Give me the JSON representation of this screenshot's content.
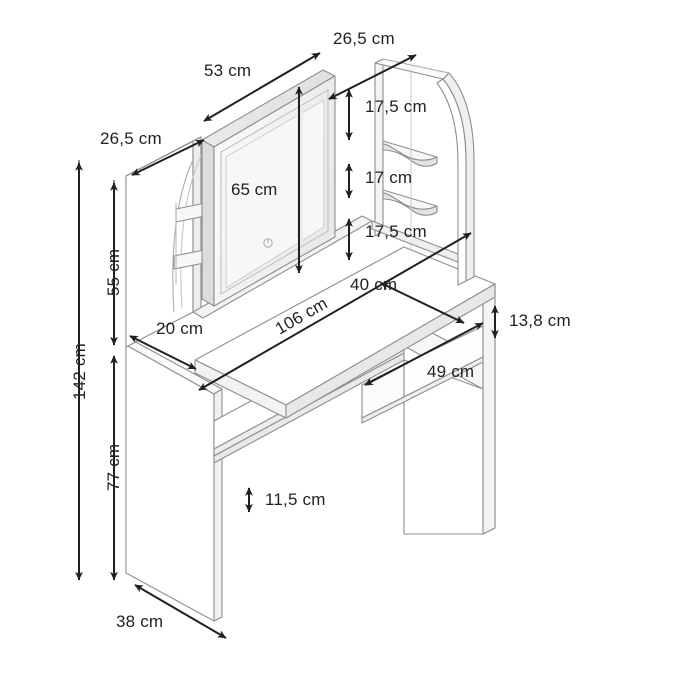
{
  "drawing": {
    "title": "Dressing table with mirror - dimensioned technical drawing",
    "units": "cm",
    "colors": {
      "outline": "#808285",
      "dimension": "#231f20",
      "panel_fill": "#ffffff",
      "mirror_fill": "#f2f2f2",
      "frame_fill": "#e6e6e6",
      "edge_fill": "#d9d9d9",
      "background": "#ffffff"
    }
  },
  "dimensions": {
    "mirror_width": "53 cm",
    "mirror_height": "65 cm",
    "hutch_depth_left": "26,5 cm",
    "hutch_depth_right": "26,5 cm",
    "shelf_gap_top": "17,5 cm",
    "shelf_gap_middle": "17 cm",
    "shelf_gap_bottom": "17,5 cm",
    "hutch_height": "55 cm",
    "total_height": "142 cm",
    "desk_height": "77 cm",
    "left_panel_depth": "20 cm",
    "desk_top_width": "106 cm",
    "desk_top_depth": "40 cm",
    "apron_height": "13,8 cm",
    "drawer_width": "49 cm",
    "rail_height": "11,5 cm",
    "desk_side_depth": "38 cm"
  },
  "parts": {
    "mirror": "mirror-panel",
    "mirror_touch_button": "touch-sensor",
    "left_shelf_unit": "left-curved-shelves",
    "right_shelf_unit": "right-corner-shelves",
    "desk_top": "desk-top-surface",
    "drawer": "desk-drawer",
    "left_leg": "left-side-panel",
    "right_leg": "right-side-panel",
    "back_rail": "back-rail"
  }
}
